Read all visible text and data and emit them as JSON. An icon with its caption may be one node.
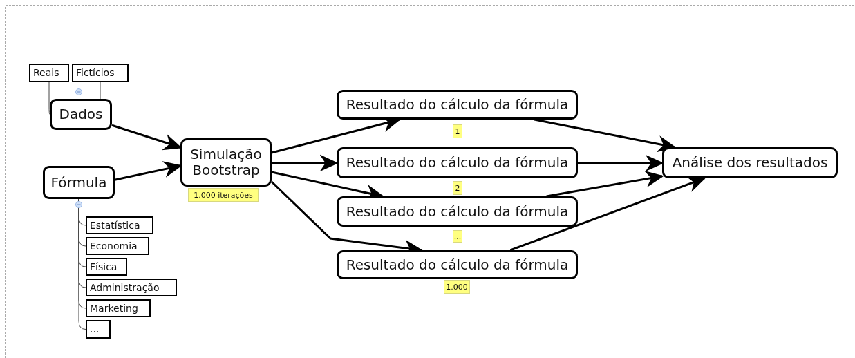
{
  "diagram": {
    "nodes": [
      {
        "text": [
          "Reais"
        ]
      },
      {
        "text": [
          "Fictícios"
        ]
      },
      {
        "text": [
          "Dados"
        ]
      },
      {
        "text": [
          "Fórmula"
        ]
      },
      {
        "text": [
          "Estatística"
        ]
      },
      {
        "text": [
          "Economia"
        ]
      },
      {
        "text": [
          "Física"
        ]
      },
      {
        "text": [
          "Administração"
        ]
      },
      {
        "text": [
          "Marketing"
        ]
      },
      {
        "text": [
          "..."
        ]
      },
      {
        "text": [
          "Simulação Bootstrap"
        ],
        "beside": [
          "1.000 iterações"
        ]
      },
      {
        "text": [
          "Resultado do cálculo da fórmula"
        ],
        "beside": [
          "1"
        ]
      },
      {
        "text": [
          "Resultado do cálculo da fórmula"
        ],
        "beside": [
          "2"
        ]
      },
      {
        "text": [
          "Resultado do cálculo da fórmula"
        ],
        "beside": [
          "..."
        ]
      },
      {
        "text": [
          "Resultado do cálculo da fórmula"
        ],
        "beside": [
          "1.000"
        ]
      },
      {
        "text": [
          "Análise dos resultados"
        ]
      }
    ],
    "edges": [
      {
        "from": 0,
        "to": 2,
        "arrow": "none"
      },
      {
        "from": 1,
        "to": 2,
        "arrow": "none"
      },
      {
        "from": 2,
        "to": 10,
        "arrow": "to"
      },
      {
        "from": 3,
        "to": 10,
        "arrow": "to"
      },
      {
        "from": 10,
        "to": 11,
        "arrow": "to"
      },
      {
        "from": 10,
        "to": 12,
        "arrow": "to"
      },
      {
        "from": 10,
        "to": 13,
        "arrow": "to"
      },
      {
        "from": 10,
        "to": 14,
        "arrow": "to"
      },
      {
        "from": 11,
        "to": 15,
        "arrow": "to"
      },
      {
        "from": 12,
        "to": 15,
        "arrow": "to"
      },
      {
        "from": 13,
        "to": 15,
        "arrow": "to"
      },
      {
        "from": 14,
        "to": 15,
        "arrow": "to"
      },
      {
        "from": 3,
        "to": 4,
        "arrow": "none"
      },
      {
        "from": 3,
        "to": 5,
        "arrow": "none"
      },
      {
        "from": 3,
        "to": 6,
        "arrow": "none"
      },
      {
        "from": 3,
        "to": 7,
        "arrow": "none"
      },
      {
        "from": 3,
        "to": 8,
        "arrow": "none"
      },
      {
        "from": 3,
        "to": 9,
        "arrow": "none"
      }
    ]
  }
}
